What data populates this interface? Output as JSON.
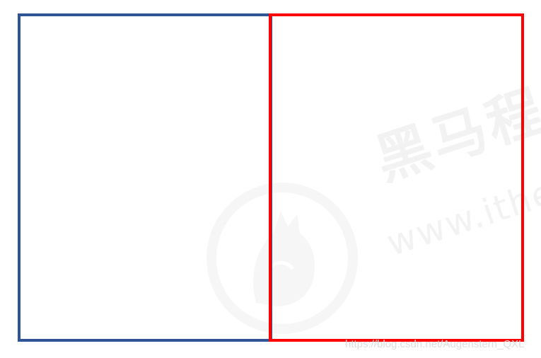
{
  "watermark": {
    "brand_cn": "黑马程",
    "url_fragment": "www.ithei",
    "credit": "https://blog.csdn.net/Augenstern_QXL"
  },
  "colors": {
    "blue_box": "#2f5597",
    "red_box": "#ff0000",
    "watermark": "#f2f2f2"
  }
}
